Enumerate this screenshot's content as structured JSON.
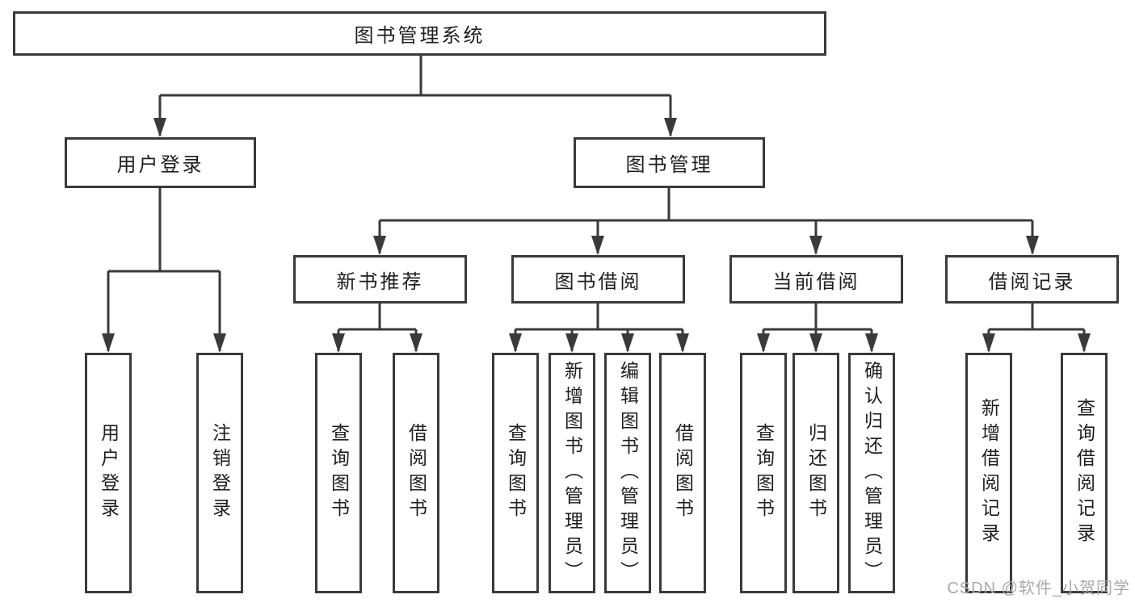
{
  "diagram": {
    "root": "图书管理系统",
    "level2": {
      "user_login": "用户登录",
      "book_management": "图书管理"
    },
    "level3": {
      "new_book": "新书推荐",
      "book_borrow": "图书借阅",
      "current_borrow": "当前借阅",
      "borrow_records": "借阅记录"
    },
    "leaves": {
      "user_login": [
        "用户登录",
        "注销登录"
      ],
      "new_book": [
        "查询图书",
        "借阅图书"
      ],
      "book_borrow": [
        "查询图书",
        "新增图书（管理员）",
        "编辑图书（管理员）",
        "借阅图书"
      ],
      "current_borrow": [
        "查询图书",
        "归还图书",
        "确认归还（管理员）"
      ],
      "borrow_records": [
        "新增借阅记录",
        "查询借阅记录"
      ]
    }
  },
  "watermark": {
    "text": "CSDN @软件_小贺同学"
  },
  "colors": {
    "line": "#3a3a3a",
    "text": "#1e1e1e",
    "watermark_text": "#a9a9a9",
    "background": "#ffffff"
  }
}
